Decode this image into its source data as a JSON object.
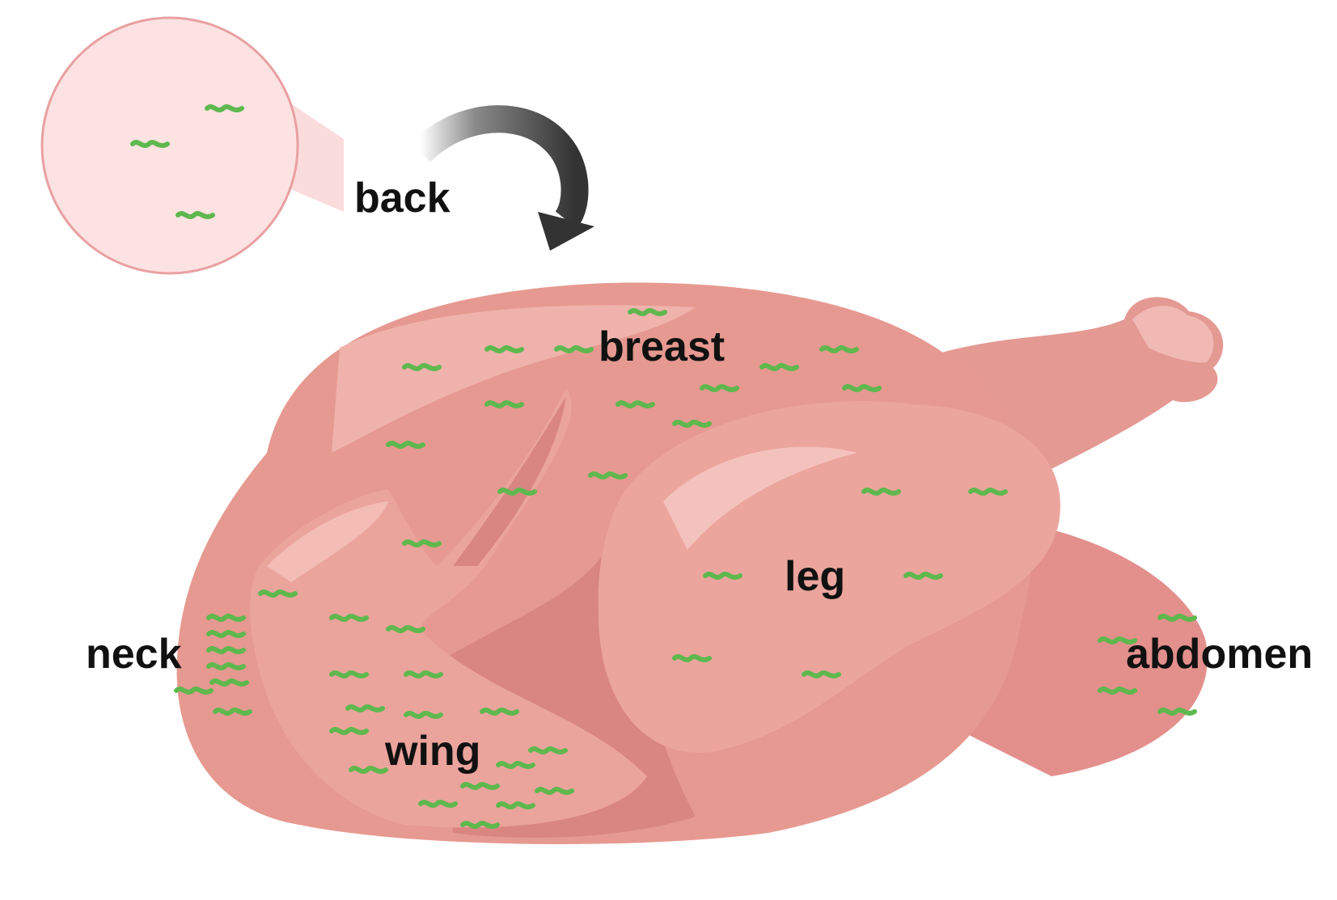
{
  "labels": {
    "back": "back",
    "breast": "breast",
    "leg": "leg",
    "neck": "neck",
    "wing": "wing",
    "abdomen": "abdomen"
  },
  "colors": {
    "bacteria": "#5fb84e",
    "skin_main": "#e69990",
    "skin_light": "#efaaa2",
    "skin_dark": "#d97e78",
    "inset_fill": "#fbdcdc",
    "inset_stroke": "#e9a0a2",
    "arrow": "#3a3a3a"
  }
}
